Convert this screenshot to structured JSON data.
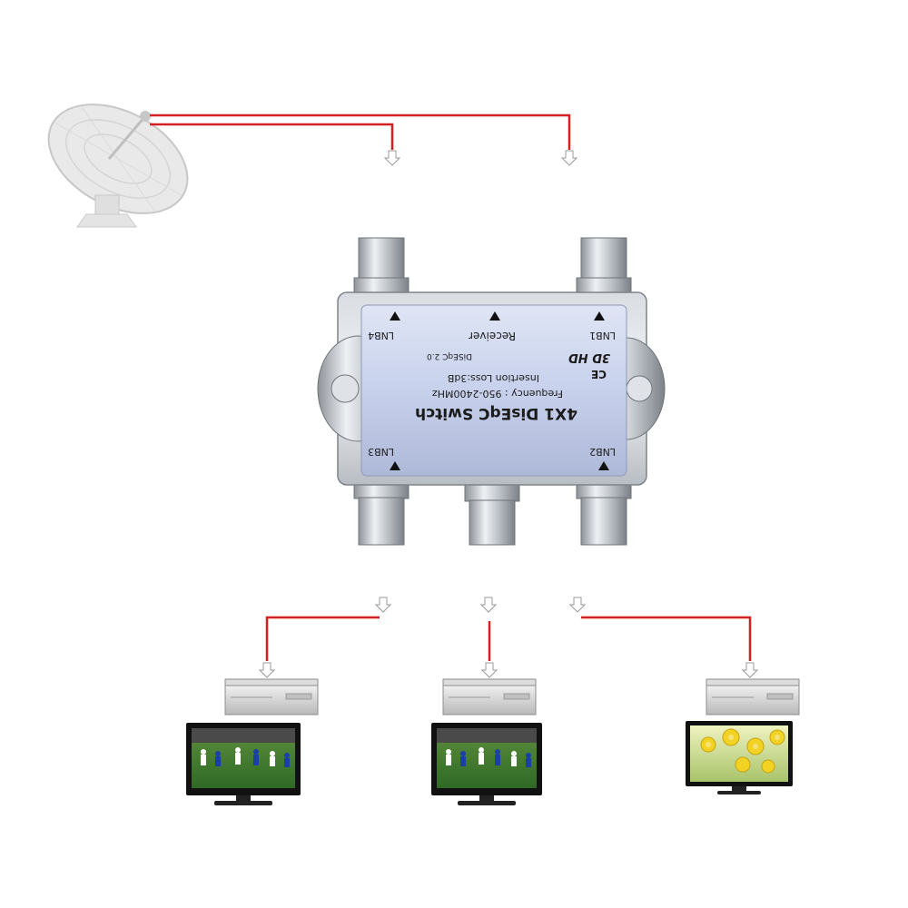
{
  "switch": {
    "title": "4X1 DisEqC Switch",
    "frequency": "Frequency : 950-2400MHz",
    "insertion_loss": "Insertion Loss:3dB",
    "brand": "3D HD",
    "ce_mark": "CE",
    "diseqc_logo": "DiSEqC 2.0",
    "ports": {
      "lnb1": "LNB1",
      "lnb2": "LNB2",
      "lnb3": "LNB3",
      "lnb4": "LNB4",
      "receiver": "Receiver"
    }
  },
  "colors": {
    "cable": "#d42020",
    "metal_light": "#e8ecf0",
    "metal_dark": "#8a8f96",
    "label_blue": "#c9d3ee"
  },
  "icons": {
    "source": "satellite-dish-icon",
    "receivers": [
      "set-top-box-icon",
      "set-top-box-icon",
      "set-top-box-icon"
    ],
    "screens": [
      "tv-football-icon",
      "tv-football-icon",
      "tv-flowers-icon"
    ]
  }
}
